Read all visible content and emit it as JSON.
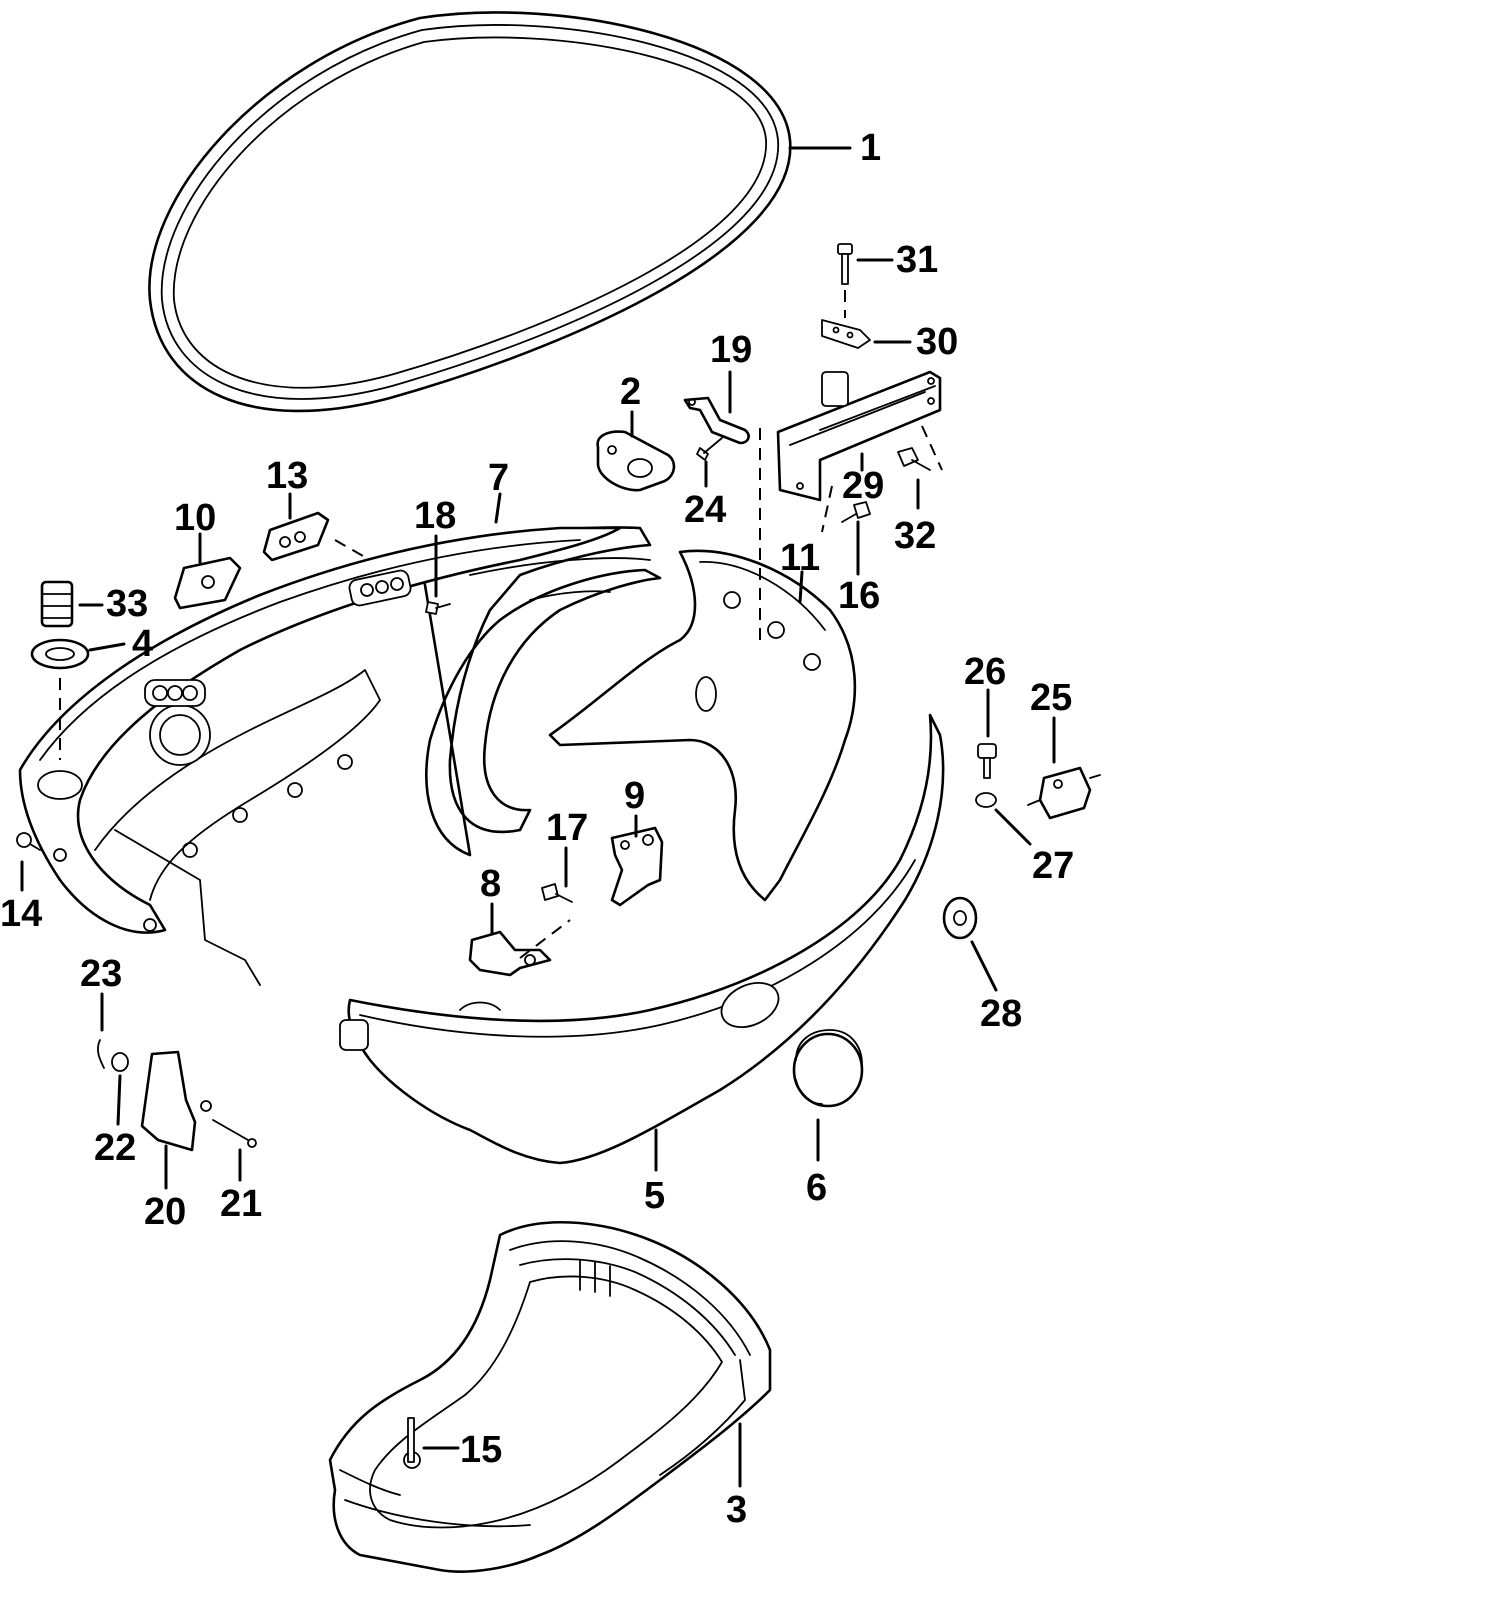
{
  "diagram": {
    "kind": "exploded-parts-view",
    "line_color": "#000000",
    "background": "#ffffff",
    "callouts": [
      "1",
      "2",
      "3",
      "4",
      "5",
      "6",
      "7",
      "8",
      "9",
      "10",
      "11",
      "13",
      "14",
      "15",
      "16",
      "17",
      "18",
      "19",
      "20",
      "21",
      "22",
      "23",
      "24",
      "25",
      "26",
      "27",
      "28",
      "29",
      "30",
      "31",
      "32",
      "33"
    ]
  }
}
